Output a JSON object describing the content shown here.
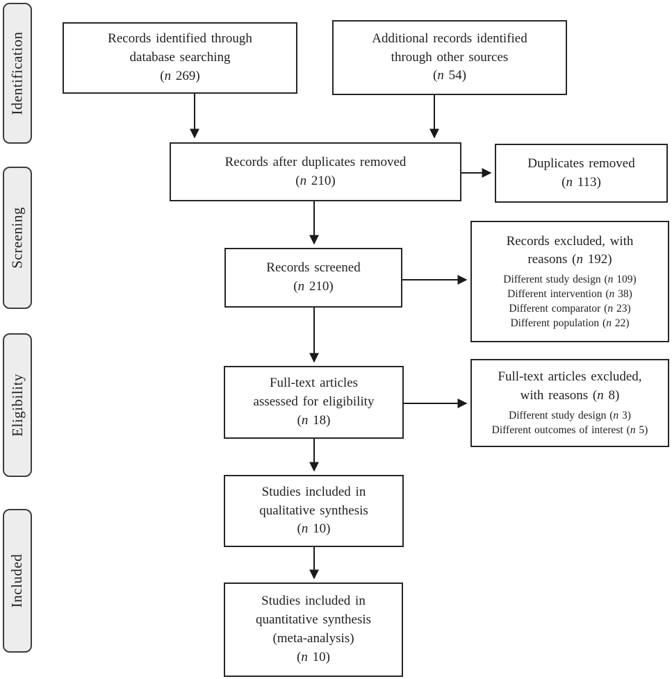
{
  "diagram": {
    "type": "prisma-flow",
    "stages": [
      {
        "label": "Identification"
      },
      {
        "label": "Screening"
      },
      {
        "label": "Eligibility"
      },
      {
        "label": "Included"
      }
    ],
    "boxes": {
      "identified": {
        "lines": [
          "Records identified through",
          "database searching"
        ],
        "count": "(n 269)"
      },
      "additional": {
        "lines": [
          "Additional records identified",
          "through other sources"
        ],
        "count": "(n 54)"
      },
      "after_duplicates": {
        "lines": [
          "Records after duplicates removed"
        ],
        "count": "(n 210)"
      },
      "duplicates_removed": {
        "lines": [
          "Duplicates removed"
        ],
        "count": "(n 113)"
      },
      "screened": {
        "lines": [
          "Records screened"
        ],
        "count": "(n 210)"
      },
      "records_excluded": {
        "title_lines": [
          "Records excluded, with",
          "reasons (n 192)"
        ],
        "reasons": [
          "Different study design (n 109)",
          "Different intervention (n 38)",
          "Different comparator (n 23)",
          "Different population (n 22)"
        ]
      },
      "fulltext_assessed": {
        "lines": [
          "Full-text articles",
          "assessed for eligibility"
        ],
        "count": "(n 18)"
      },
      "fulltext_excluded": {
        "title_lines": [
          "Full-text articles excluded,",
          "with reasons (n 8)"
        ],
        "reasons": [
          "Different study design (n 3)",
          "Different outcomes of interest (n 5)"
        ]
      },
      "qualitative": {
        "lines": [
          "Studies included in",
          "qualitative synthesis"
        ],
        "count": "(n 10)"
      },
      "quantitative": {
        "lines": [
          "Studies included in",
          "quantitative synthesis",
          "(meta-analysis)"
        ],
        "count": "(n 10)"
      }
    },
    "colors": {
      "box_border": "#262626",
      "stage_fill": "#ededed",
      "stage_border": "#3d3d3d",
      "text": "#1f1f1f",
      "arrow": "#1a1a1a",
      "background": "#ffffff"
    }
  }
}
